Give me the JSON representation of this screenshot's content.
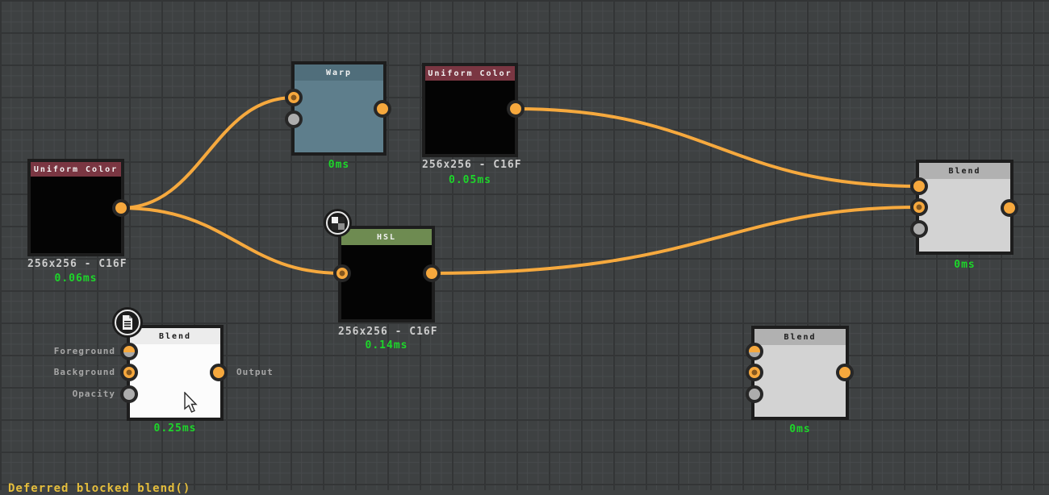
{
  "app": {
    "type": "node-graph-editor",
    "status_bar_text": "Deferred blocked blend()"
  },
  "colors": {
    "background": "#3e4142",
    "grid_minor": "#474a4c",
    "grid_major": "#333536",
    "wire_orange": "#f6a93e",
    "port_orange": "#f6a83d",
    "port_gray": "#adadad",
    "header_uniform_color": "#7a3642",
    "header_warp": "#506e7b",
    "header_hsl": "#6e8b51",
    "header_blend_light": "#b1b1b1",
    "timing_green": "#1dd62a",
    "status_yellow": "#e5be3c"
  },
  "nodes": [
    {
      "title": "Uniform Color",
      "size_label": "256x256 - C16F",
      "time_label": "0.06ms"
    },
    {
      "title": "Warp",
      "time_label": "0ms"
    },
    {
      "title": "Uniform Color",
      "size_label": "256x256 - C16F",
      "time_label": "0.05ms"
    },
    {
      "title": "HSL",
      "size_label": "256x256 - C16F",
      "time_label": "0.14ms"
    },
    {
      "title": "Blend",
      "time_label": "0.25ms",
      "port_labels": {
        "foreground": "Foreground",
        "background": "Background",
        "opacity": "Opacity",
        "output": "Output"
      }
    },
    {
      "title": "Blend",
      "time_label": "0ms"
    },
    {
      "title": "Blend",
      "time_label": "0ms"
    }
  ],
  "connections": [
    {
      "from": "uniform-color-left.output",
      "to": "warp.input-1"
    },
    {
      "from": "uniform-color-left.output",
      "to": "hsl.input"
    },
    {
      "from": "uniform-color-top.output",
      "to": "blend-right.foreground"
    },
    {
      "from": "hsl.output",
      "to": "blend-right.background"
    }
  ],
  "badges": {
    "document_badge": "notes-document",
    "checker_badge": "transparency-checker"
  }
}
